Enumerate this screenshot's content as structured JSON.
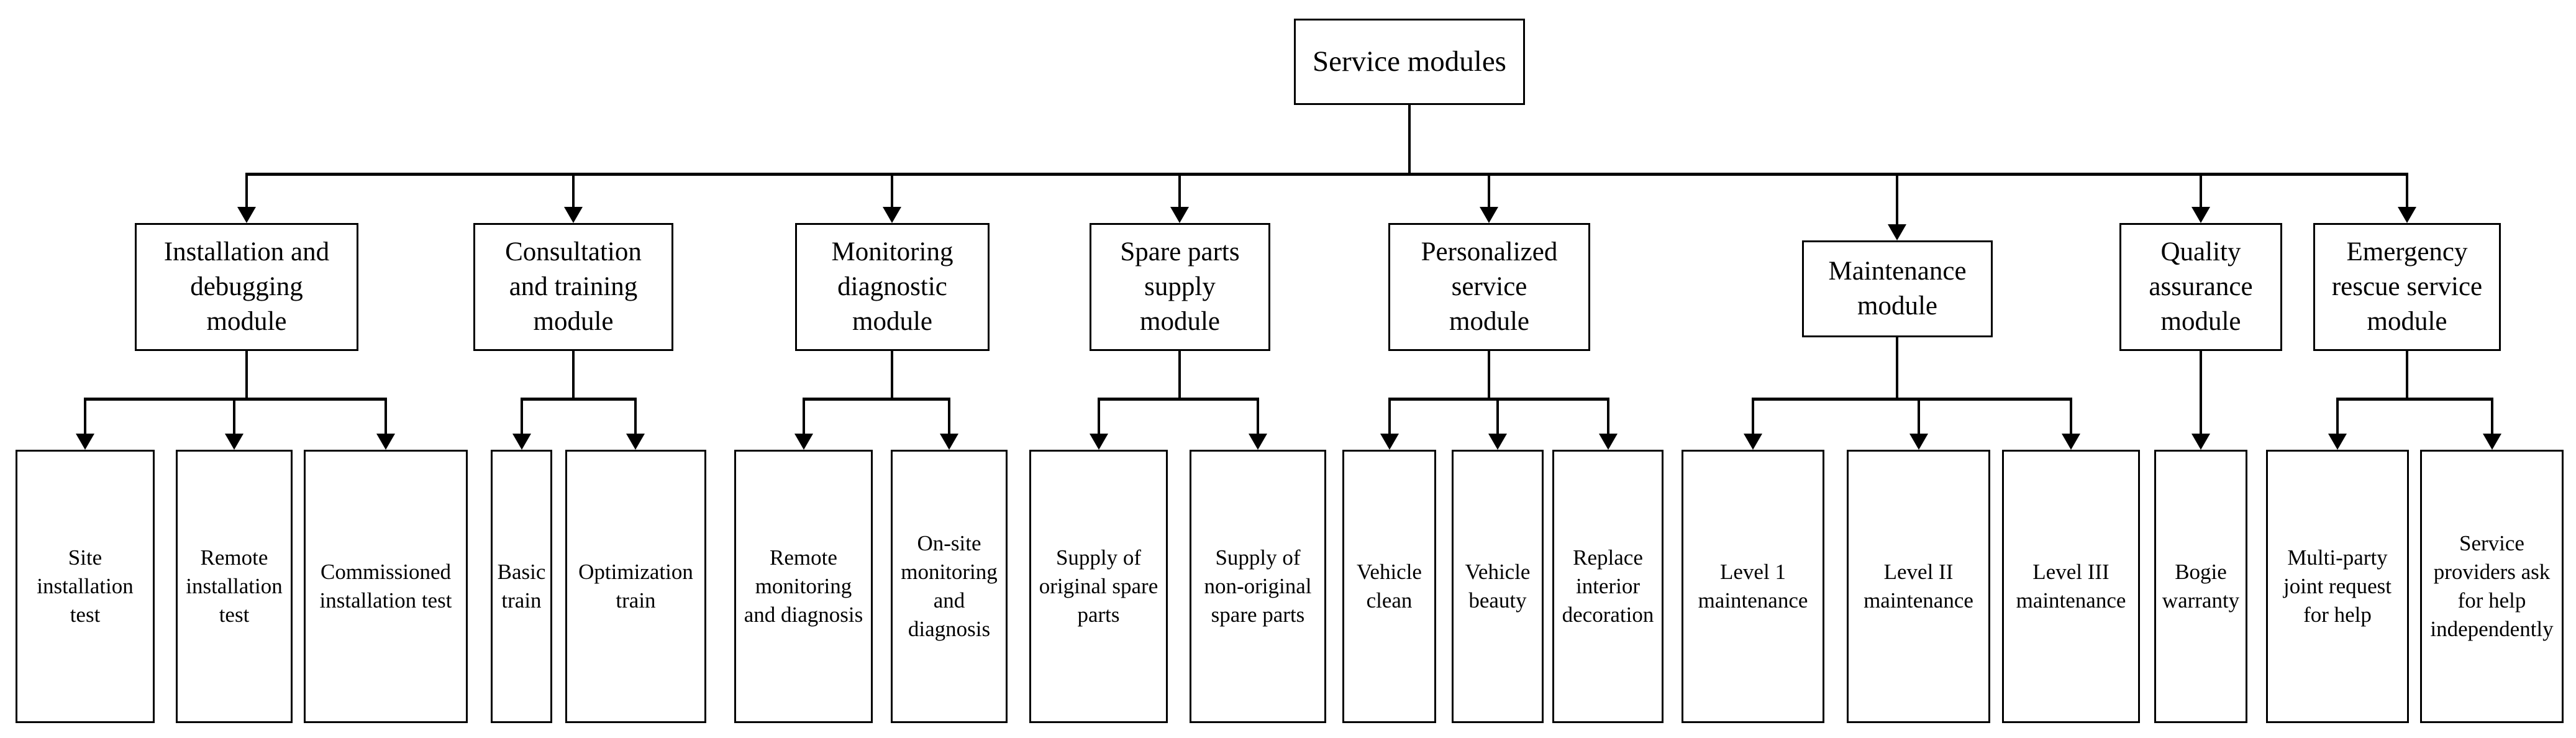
{
  "root": {
    "label": "Service modules"
  },
  "modules": [
    {
      "label": "Installation and\ndebugging\nmodule",
      "children": [
        "Site\ninstallation\ntest",
        "Remote\ninstallation\ntest",
        "Commissioned\ninstallation test"
      ]
    },
    {
      "label": "Consultation\nand training\nmodule",
      "children": [
        "Basic\ntrain",
        "Optimization\ntrain"
      ]
    },
    {
      "label": "Monitoring\ndiagnostic\nmodule",
      "children": [
        "Remote\nmonitoring\nand diagnosis",
        "On-site\nmonitoring\nand\ndiagnosis"
      ]
    },
    {
      "label": "Spare parts\nsupply\nmodule",
      "children": [
        "Supply of\noriginal spare\nparts",
        "Supply of\nnon-original\nspare parts"
      ]
    },
    {
      "label": "Personalized\nservice\nmodule",
      "children": [
        "Vehicle\nclean",
        "Vehicle\nbeauty",
        "Replace\ninterior\ndecoration"
      ]
    },
    {
      "label": "Maintenance\nmodule",
      "children": [
        "Level 1\nmaintenance",
        "Level II\nmaintenance",
        "Level III\nmaintenance"
      ]
    },
    {
      "label": "Quality\nassurance\nmodule",
      "children": [
        "Bogie\nwarranty"
      ]
    },
    {
      "label": "Emergency\nrescue service\nmodule",
      "children": [
        "Multi-party\njoint request\nfor help",
        "Service\nproviders ask\nfor help\nindependently"
      ]
    }
  ],
  "colors": {
    "line": "#000000",
    "box_border": "#000000",
    "background": "#ffffff",
    "text": "#000000"
  }
}
